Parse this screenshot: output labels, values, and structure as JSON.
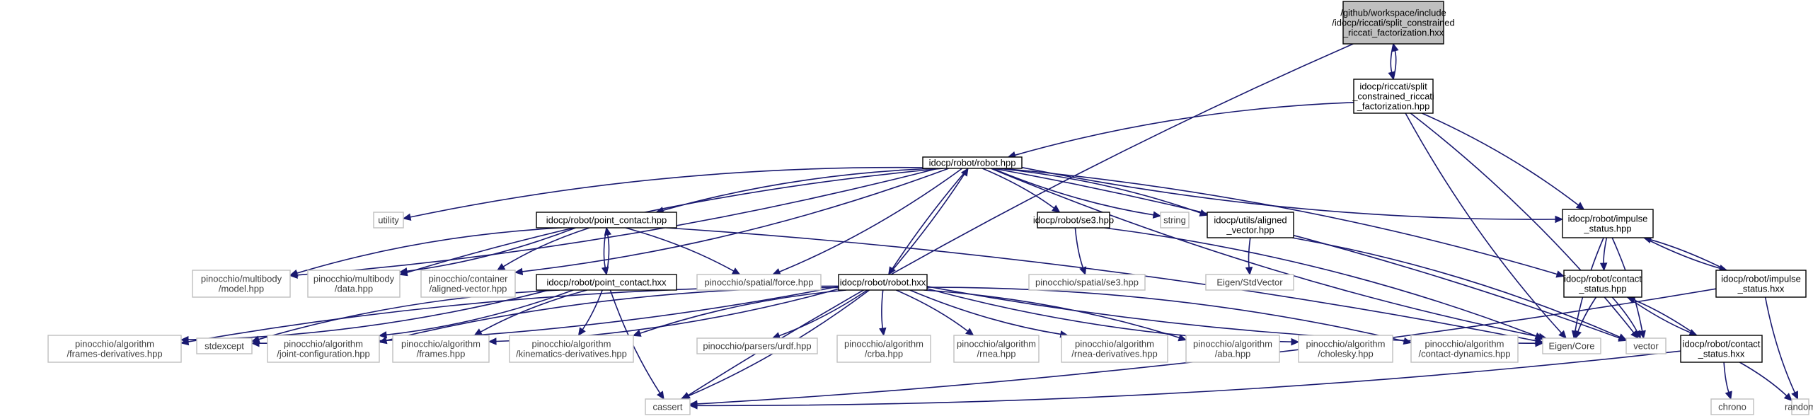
{
  "graph": {
    "edge_color": "#191970",
    "external_border_color": "#bfbfbf",
    "root_fill_color": "#bfbfbf",
    "nodes": [
      {
        "id": "root",
        "kind": "root",
        "lines": [
          "/github/workspace/include",
          "/idocp/riccati/split_constrained",
          "_riccati_factorization.hxx"
        ]
      },
      {
        "id": "scrf_hpp",
        "kind": "local",
        "lines": [
          "idocp/riccati/split",
          "_constrained_riccati",
          "_factorization.hpp"
        ]
      },
      {
        "id": "robot_hpp",
        "kind": "local",
        "lines": [
          "idocp/robot/robot.hpp"
        ]
      },
      {
        "id": "utility",
        "kind": "ext",
        "lines": [
          "utility"
        ]
      },
      {
        "id": "point_contact_hpp",
        "kind": "local",
        "lines": [
          "idocp/robot/point_contact.hpp"
        ]
      },
      {
        "id": "se3_hpp",
        "kind": "local",
        "lines": [
          "idocp/robot/se3.hpp"
        ]
      },
      {
        "id": "string",
        "kind": "ext",
        "lines": [
          "string"
        ]
      },
      {
        "id": "aligned_vector_hpp",
        "kind": "local",
        "lines": [
          "idocp/utils/aligned",
          "_vector.hpp"
        ]
      },
      {
        "id": "impulse_status_hpp",
        "kind": "local",
        "lines": [
          "idocp/robot/impulse",
          "_status.hpp"
        ]
      },
      {
        "id": "mb_model",
        "kind": "ext",
        "lines": [
          "pinocchio/multibody",
          "/model.hpp"
        ]
      },
      {
        "id": "mb_data",
        "kind": "ext",
        "lines": [
          "pinocchio/multibody",
          "/data.hpp"
        ]
      },
      {
        "id": "aligned_vector_ext",
        "kind": "ext",
        "lines": [
          "pinocchio/container",
          "/aligned-vector.hpp"
        ]
      },
      {
        "id": "point_contact_hxx",
        "kind": "local",
        "lines": [
          "idocp/robot/point_contact.hxx"
        ]
      },
      {
        "id": "spatial_force",
        "kind": "ext",
        "lines": [
          "pinocchio/spatial/force.hpp"
        ]
      },
      {
        "id": "robot_hxx",
        "kind": "local",
        "lines": [
          "idocp/robot/robot.hxx"
        ]
      },
      {
        "id": "spatial_se3",
        "kind": "ext",
        "lines": [
          "pinocchio/spatial/se3.hpp"
        ]
      },
      {
        "id": "eigen_stdvector",
        "kind": "ext",
        "lines": [
          "Eigen/StdVector"
        ]
      },
      {
        "id": "contact_status_hpp",
        "kind": "local",
        "lines": [
          "idocp/robot/contact",
          "_status.hpp"
        ]
      },
      {
        "id": "impulse_status_hxx",
        "kind": "local",
        "lines": [
          "idocp/robot/impulse",
          "_status.hxx"
        ]
      },
      {
        "id": "frames_derivatives",
        "kind": "ext",
        "lines": [
          "pinocchio/algorithm",
          "/frames-derivatives.hpp"
        ]
      },
      {
        "id": "stdexcept",
        "kind": "ext",
        "lines": [
          "stdexcept"
        ]
      },
      {
        "id": "joint_configuration",
        "kind": "ext",
        "lines": [
          "pinocchio/algorithm",
          "/joint-configuration.hpp"
        ]
      },
      {
        "id": "frames",
        "kind": "ext",
        "lines": [
          "pinocchio/algorithm",
          "/frames.hpp"
        ]
      },
      {
        "id": "kinematics_derivatives",
        "kind": "ext",
        "lines": [
          "pinocchio/algorithm",
          "/kinematics-derivatives.hpp"
        ]
      },
      {
        "id": "urdf",
        "kind": "ext",
        "lines": [
          "pinocchio/parsers/urdf.hpp"
        ]
      },
      {
        "id": "crba",
        "kind": "ext",
        "lines": [
          "pinocchio/algorithm",
          "/crba.hpp"
        ]
      },
      {
        "id": "rnea",
        "kind": "ext",
        "lines": [
          "pinocchio/algorithm",
          "/rnea.hpp"
        ]
      },
      {
        "id": "rnea_derivatives",
        "kind": "ext",
        "lines": [
          "pinocchio/algorithm",
          "/rnea-derivatives.hpp"
        ]
      },
      {
        "id": "aba",
        "kind": "ext",
        "lines": [
          "pinocchio/algorithm",
          "/aba.hpp"
        ]
      },
      {
        "id": "cholesky",
        "kind": "ext",
        "lines": [
          "pinocchio/algorithm",
          "/cholesky.hpp"
        ]
      },
      {
        "id": "contact_dynamics",
        "kind": "ext",
        "lines": [
          "pinocchio/algorithm",
          "/contact-dynamics.hpp"
        ]
      },
      {
        "id": "eigen_core",
        "kind": "ext",
        "lines": [
          "Eigen/Core"
        ]
      },
      {
        "id": "vector",
        "kind": "ext",
        "lines": [
          "vector"
        ]
      },
      {
        "id": "contact_status_hxx",
        "kind": "local",
        "lines": [
          "idocp/robot/contact",
          "_status.hxx"
        ]
      },
      {
        "id": "cassert",
        "kind": "ext",
        "lines": [
          "cassert"
        ]
      },
      {
        "id": "chrono",
        "kind": "ext",
        "lines": [
          "chrono"
        ]
      },
      {
        "id": "random",
        "kind": "ext",
        "lines": [
          "random"
        ]
      }
    ],
    "edges": [
      [
        "root",
        "scrf_hpp"
      ],
      [
        "root",
        "cassert"
      ],
      [
        "scrf_hpp",
        "root"
      ],
      [
        "scrf_hpp",
        "robot_hpp"
      ],
      [
        "scrf_hpp",
        "impulse_status_hpp"
      ],
      [
        "scrf_hpp",
        "eigen_core"
      ],
      [
        "scrf_hpp",
        "vector"
      ],
      [
        "robot_hpp",
        "utility"
      ],
      [
        "robot_hpp",
        "mb_model"
      ],
      [
        "robot_hpp",
        "mb_data"
      ],
      [
        "robot_hpp",
        "aligned_vector_ext"
      ],
      [
        "robot_hpp",
        "point_contact_hpp"
      ],
      [
        "robot_hpp",
        "spatial_force"
      ],
      [
        "robot_hpp",
        "robot_hxx"
      ],
      [
        "robot_hpp",
        "se3_hpp"
      ],
      [
        "robot_hpp",
        "string"
      ],
      [
        "robot_hpp",
        "aligned_vector_hpp"
      ],
      [
        "robot_hpp",
        "impulse_status_hpp"
      ],
      [
        "robot_hpp",
        "contact_status_hpp"
      ],
      [
        "robot_hpp",
        "eigen_core"
      ],
      [
        "robot_hpp",
        "vector"
      ],
      [
        "point_contact_hpp",
        "mb_model"
      ],
      [
        "point_contact_hpp",
        "mb_data"
      ],
      [
        "point_contact_hpp",
        "aligned_vector_ext"
      ],
      [
        "point_contact_hpp",
        "spatial_force"
      ],
      [
        "point_contact_hpp",
        "point_contact_hxx"
      ],
      [
        "point_contact_hpp",
        "eigen_core"
      ],
      [
        "point_contact_hxx",
        "point_contact_hpp"
      ],
      [
        "point_contact_hxx",
        "frames_derivatives"
      ],
      [
        "point_contact_hxx",
        "stdexcept"
      ],
      [
        "point_contact_hxx",
        "joint_configuration"
      ],
      [
        "point_contact_hxx",
        "frames"
      ],
      [
        "point_contact_hxx",
        "kinematics_derivatives"
      ],
      [
        "point_contact_hxx",
        "cassert"
      ],
      [
        "robot_hxx",
        "robot_hpp"
      ],
      [
        "robot_hxx",
        "frames_derivatives"
      ],
      [
        "robot_hxx",
        "stdexcept"
      ],
      [
        "robot_hxx",
        "joint_configuration"
      ],
      [
        "robot_hxx",
        "frames"
      ],
      [
        "robot_hxx",
        "kinematics_derivatives"
      ],
      [
        "robot_hxx",
        "urdf"
      ],
      [
        "robot_hxx",
        "crba"
      ],
      [
        "robot_hxx",
        "rnea"
      ],
      [
        "robot_hxx",
        "rnea_derivatives"
      ],
      [
        "robot_hxx",
        "aba"
      ],
      [
        "robot_hxx",
        "cholesky"
      ],
      [
        "robot_hxx",
        "contact_dynamics"
      ],
      [
        "robot_hxx",
        "eigen_core"
      ],
      [
        "robot_hxx",
        "cassert"
      ],
      [
        "se3_hpp",
        "spatial_se3"
      ],
      [
        "se3_hpp",
        "eigen_core"
      ],
      [
        "aligned_vector_hpp",
        "eigen_stdvector"
      ],
      [
        "aligned_vector_hpp",
        "vector"
      ],
      [
        "impulse_status_hpp",
        "contact_status_hpp"
      ],
      [
        "impulse_status_hpp",
        "impulse_status_hxx"
      ],
      [
        "impulse_status_hpp",
        "eigen_core"
      ],
      [
        "impulse_status_hpp",
        "vector"
      ],
      [
        "impulse_status_hxx",
        "impulse_status_hpp"
      ],
      [
        "impulse_status_hxx",
        "cassert"
      ],
      [
        "impulse_status_hxx",
        "random"
      ],
      [
        "contact_status_hpp",
        "contact_status_hxx"
      ],
      [
        "contact_status_hpp",
        "eigen_core"
      ],
      [
        "contact_status_hpp",
        "vector"
      ],
      [
        "contact_status_hxx",
        "contact_status_hpp"
      ],
      [
        "contact_status_hxx",
        "cassert"
      ],
      [
        "contact_status_hxx",
        "chrono"
      ],
      [
        "contact_status_hxx",
        "random"
      ]
    ]
  }
}
